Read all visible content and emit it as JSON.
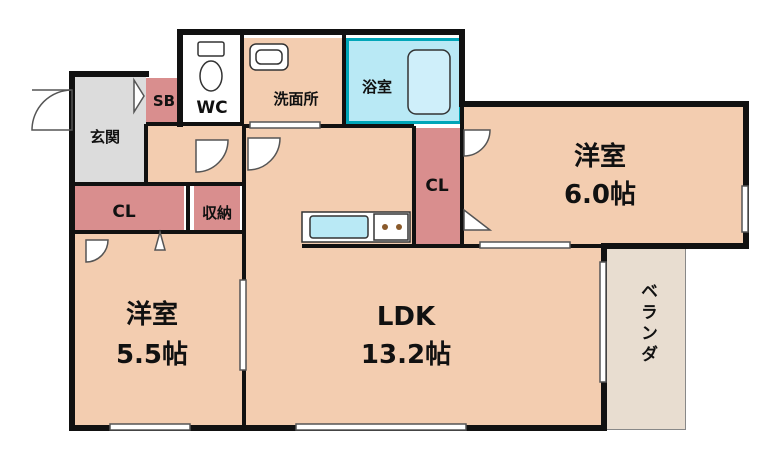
{
  "rooms": {
    "western_room_right": {
      "name": "洋室",
      "size": "6.0帖"
    },
    "western_room_left": {
      "name": "洋室",
      "size": "5.5帖"
    },
    "ldk": {
      "name": "LDK",
      "size": "13.2帖"
    },
    "entrance": "玄関",
    "shoe_box": "SB",
    "toilet": "WC",
    "washroom": "洗面所",
    "bathroom": "浴室",
    "closet_left": "CL",
    "closet_center": "CL",
    "storage": "収納",
    "balcony": "ベランダ"
  },
  "colors": {
    "room_floor": "#f3cdb0",
    "closet": "#d98e8e",
    "entrance_floor": "#dcdcdc",
    "bath": "#b9e9f5",
    "bath_outline": "#00a6b8",
    "balcony": "#e8ddd0",
    "wall": "#111111"
  }
}
